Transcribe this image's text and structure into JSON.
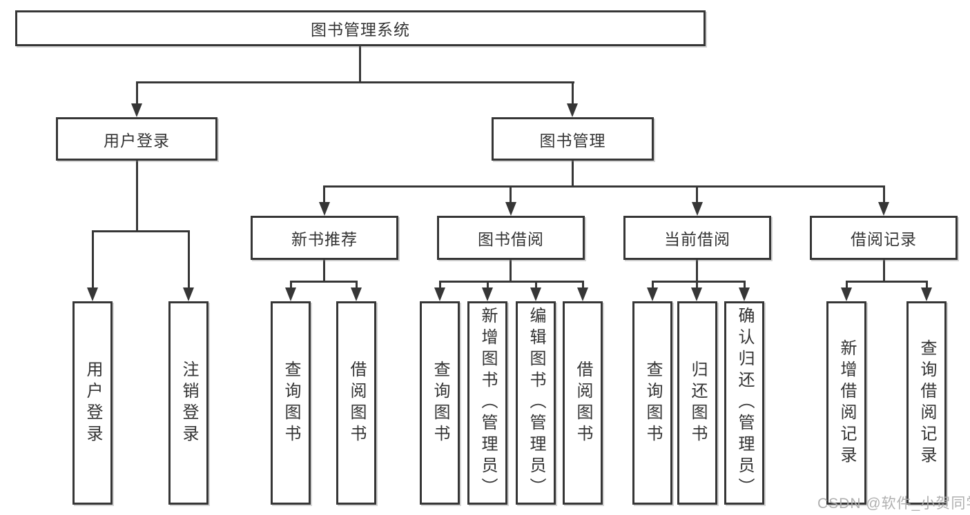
{
  "diagram": {
    "tree": {
      "label": "图书管理系统",
      "children": [
        {
          "label": "用户登录",
          "children": [
            {
              "label": "用户登录"
            },
            {
              "label": "注销登录"
            }
          ]
        },
        {
          "label": "图书管理",
          "children": [
            {
              "label": "新书推荐",
              "children": [
                {
                  "label": "查询图书"
                },
                {
                  "label": "借阅图书"
                }
              ]
            },
            {
              "label": "图书借阅",
              "children": [
                {
                  "label": "查询图书"
                },
                {
                  "label": "新增图书（管理员）"
                },
                {
                  "label": "编辑图书（管理员）"
                },
                {
                  "label": "借阅图书"
                }
              ]
            },
            {
              "label": "当前借阅",
              "children": [
                {
                  "label": "查询图书"
                },
                {
                  "label": "归还图书"
                },
                {
                  "label": "确认归还（管理员）"
                }
              ]
            },
            {
              "label": "借阅记录",
              "children": [
                {
                  "label": "新增借阅记录"
                },
                {
                  "label": "查询借阅记录"
                }
              ]
            }
          ]
        }
      ]
    },
    "watermark": {
      "text": "CSDN @软件_小贺同学"
    },
    "colors": {
      "line": "#363636",
      "text": "#333333",
      "background": "#ffffff",
      "watermark": "#acacac"
    }
  }
}
